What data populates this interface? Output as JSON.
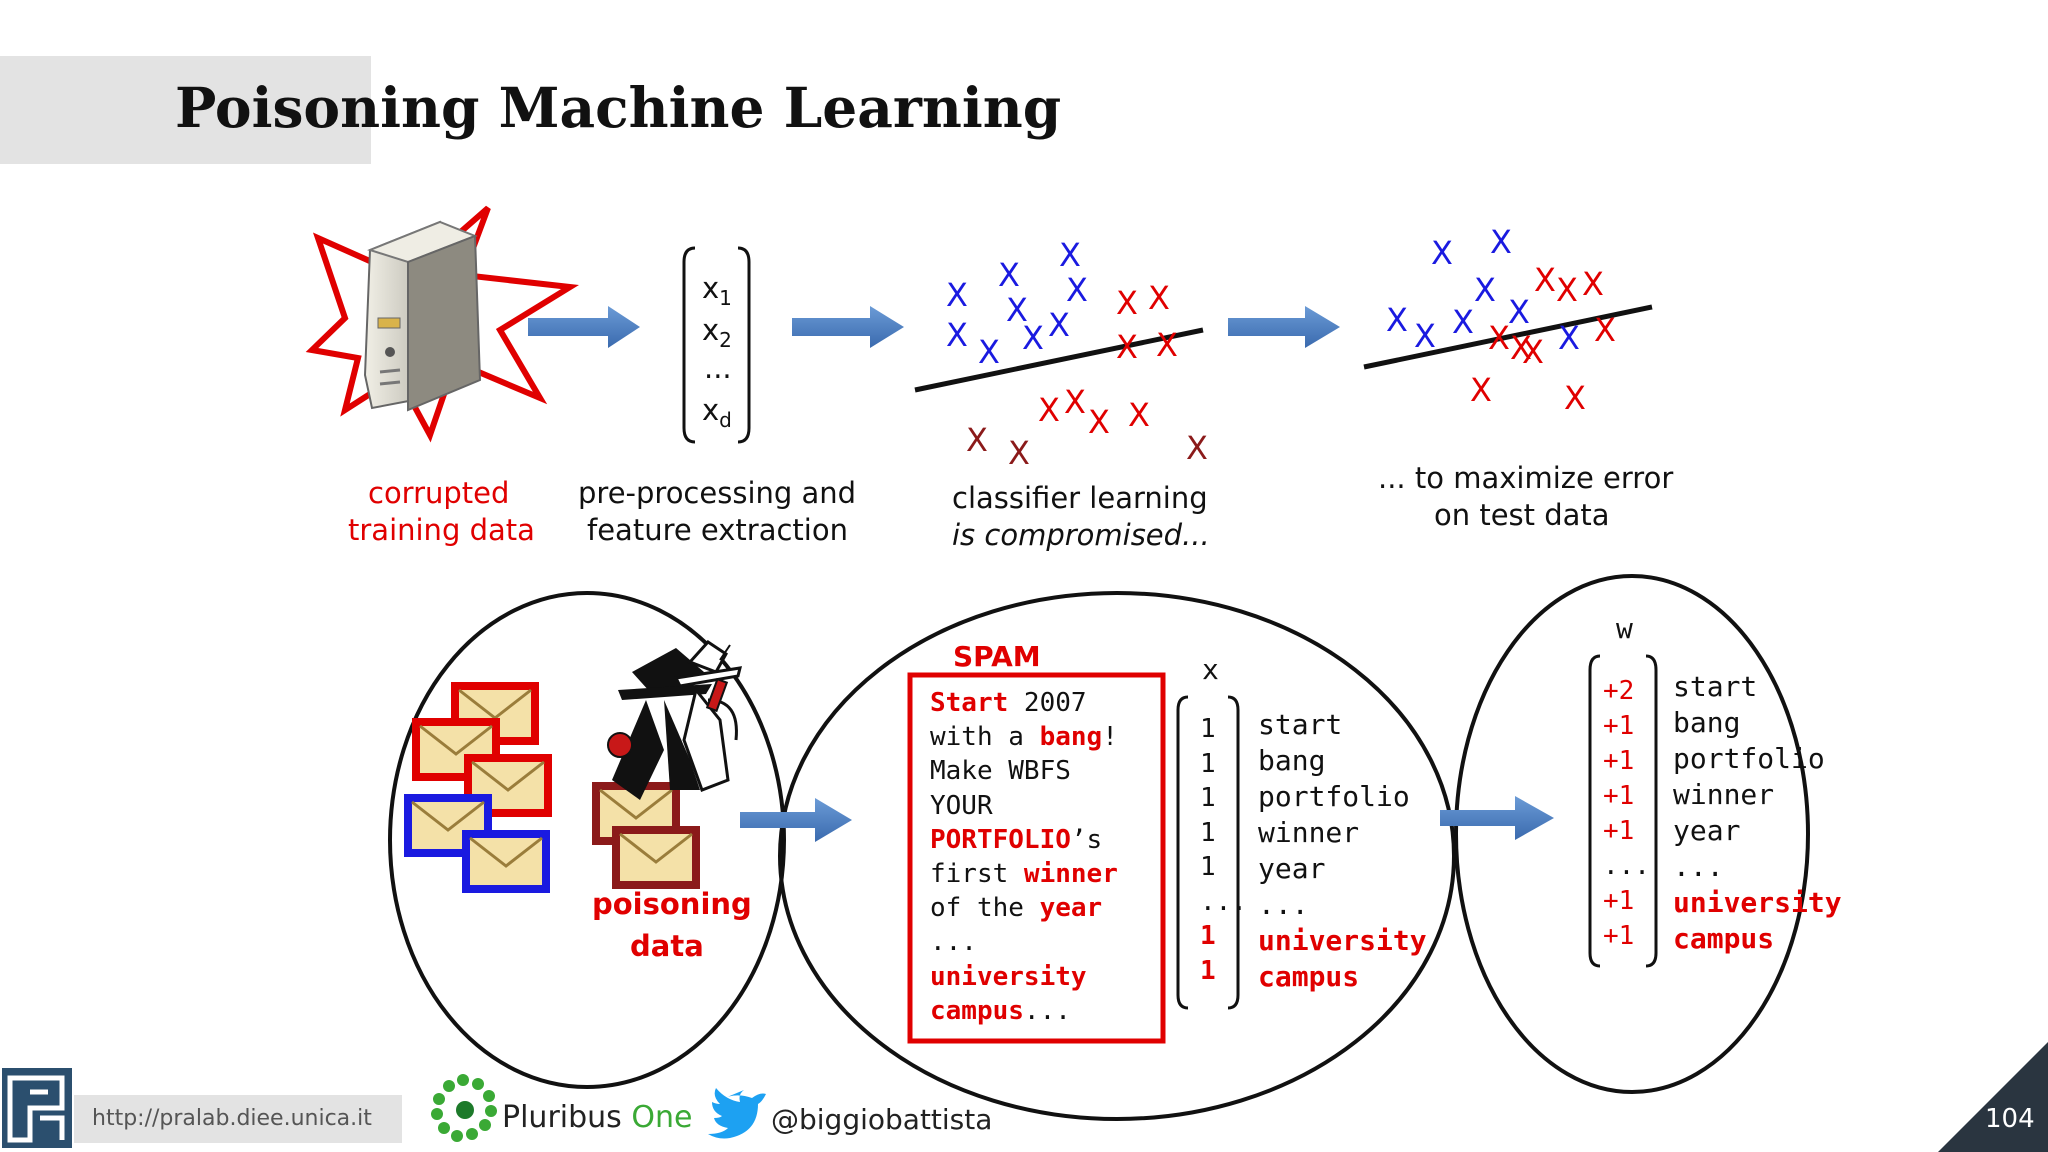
{
  "slide": {
    "title": "Poisoning Machine Learning",
    "page_number": "104"
  },
  "pipeline": {
    "step1_label_line1": "corrupted",
    "step1_label_line2": "training data",
    "feature_vector": [
      "x1",
      "x2",
      "...",
      "xd"
    ],
    "step2_label_line1": "pre-processing and",
    "step2_label_line2": "feature extraction",
    "step3_label_line1": "classifier learning",
    "step3_label_line2": "is compromised...",
    "step4_label_line1": "... to maximize error",
    "step4_label_line2": "on test data",
    "marker": "X"
  },
  "poisoning": {
    "label_line1": "poisoning",
    "label_line2": "data"
  },
  "spam": {
    "heading": "SPAM",
    "vector_header": "x",
    "weights_header": "w",
    "features": [
      "start",
      "bang",
      "portfolio",
      "winner",
      "year",
      "...",
      "university",
      "campus"
    ],
    "x_values": [
      "1",
      "1",
      "1",
      "1",
      "1",
      "...",
      "1",
      "1"
    ],
    "w_values": [
      "+2",
      "+1",
      "+1",
      "+1",
      "+1",
      "...",
      "+1",
      "+1"
    ]
  },
  "footer": {
    "url": "http://pralab.diee.unica.it",
    "brand": "Pluribus",
    "brand_accent": "One",
    "twitter": "@biggiobattista"
  },
  "colors": {
    "red": "#e00000",
    "blue": "#1a1ae0",
    "dark_red": "#8b1a1a",
    "arrow": "#4a7ec4",
    "band": "#e3e3e3"
  }
}
